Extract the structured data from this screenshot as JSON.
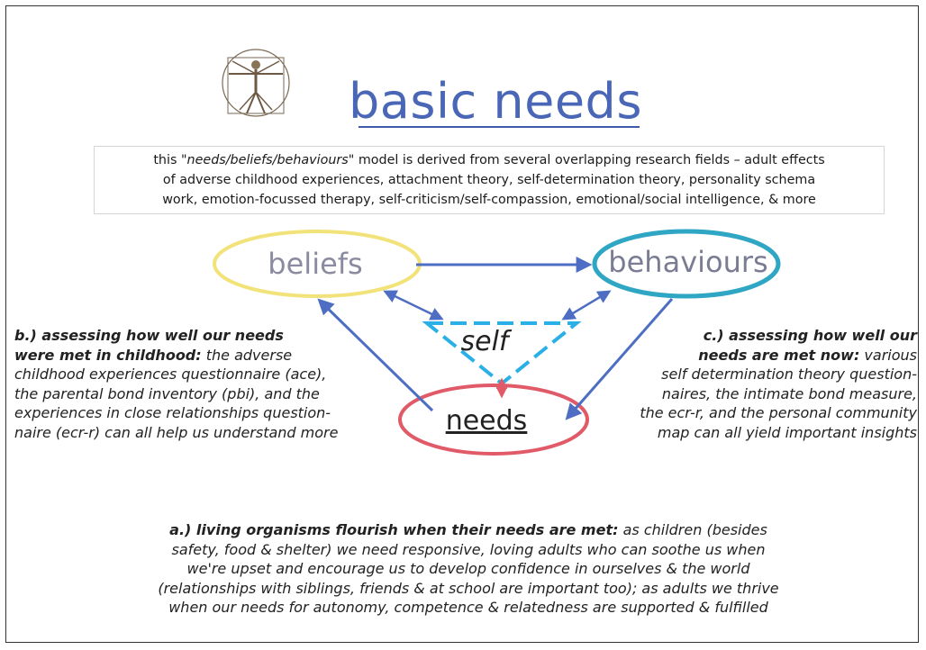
{
  "page": {
    "title": "basic needs",
    "intro_quote": "\"needs/beliefs/behaviours\"",
    "intro_line_1_start": "this ",
    "intro_line_1_rest": " model is derived from several overlapping research fields – adult effects",
    "intro_line_2": "of adverse childhood experiences, attachment theory, self-determination theory, personality schema",
    "intro_line_3": "work, emotion-focussed therapy, self-criticism/self-compassion, emotional/social intelligence, & more"
  },
  "diagram": {
    "nodes": {
      "beliefs": "beliefs",
      "behaviours": "behaviours",
      "self": "self",
      "needs": "needs"
    },
    "colors": {
      "beliefs": "#f2e27a",
      "behaviours": "#2fa6c4",
      "needs": "#e05a68",
      "self_triangle": "#2ab0e6",
      "arrows": "#4e6ec4",
      "self_needs_arrow": "#e05a68",
      "title": "#4a66b6"
    }
  },
  "paragraphs": {
    "b": {
      "heading_1": "b.) assessing how well our needs",
      "heading_2": "were met in childhood:",
      "line_2_rest": " the adverse",
      "line_3": "childhood experiences questionnaire (ace),",
      "line_4": "the parental bond inventory (pbi), and the",
      "line_5": "experiences in close relationships question-",
      "line_6": "naire (ecr-r) can all help us understand more"
    },
    "c": {
      "heading_1": "c.) assessing how well our",
      "heading_2": "needs are met now:",
      "line_2_rest": " various",
      "line_3": "self determination theory question-",
      "line_4": "naires, the intimate bond measure,",
      "line_5": "the ecr-r, and the personal community",
      "line_6": "map can all yield important insights"
    },
    "a": {
      "heading": "a.) living organisms flourish when their needs are met:",
      "line_1_rest": " as children (besides",
      "line_2": "safety, food & shelter) we need responsive, loving adults who can soothe us when",
      "line_3": "we're upset and encourage us to develop confidence in ourselves & the world",
      "line_4": "(relationships with siblings, friends & at school are important too); as adults we thrive",
      "line_5": "when our needs for autonomy, competence & relatedness are supported & fulfilled"
    }
  }
}
